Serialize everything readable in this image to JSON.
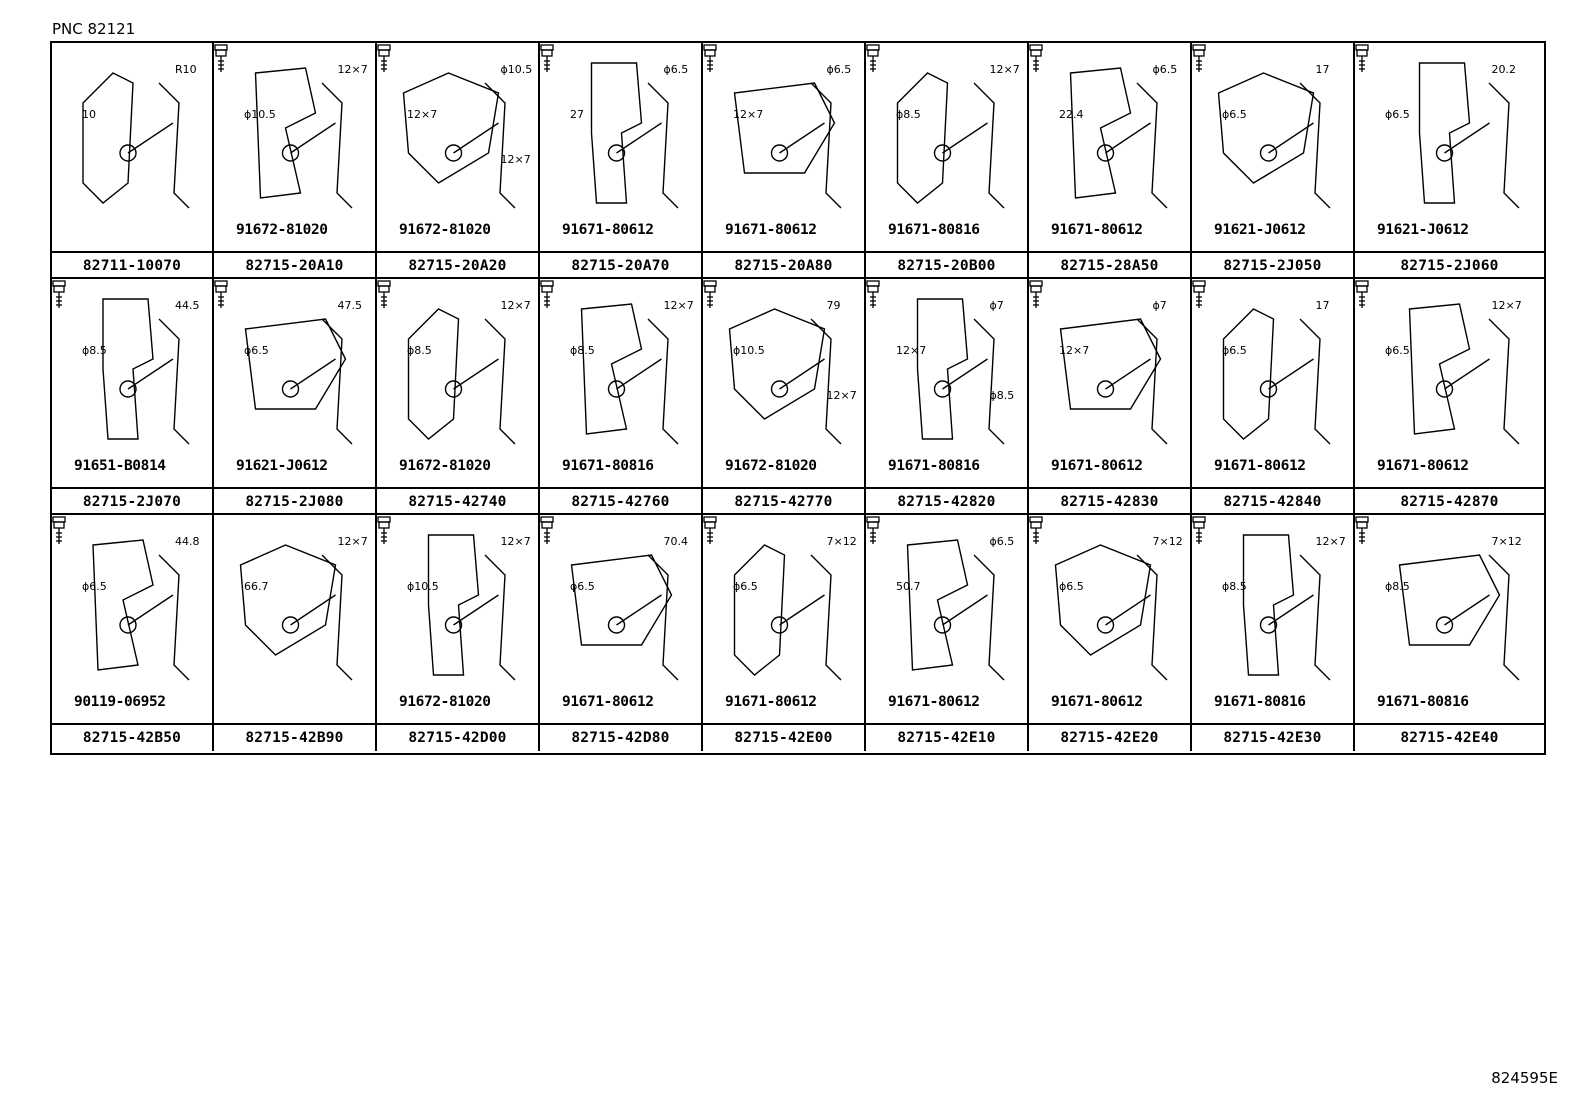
{
  "pnc_label": "PNC 82121",
  "reference_code": "824595E",
  "rows": [
    [
      {
        "part": "82711-10070",
        "bolt": "",
        "dims": [
          "R10",
          "10"
        ]
      },
      {
        "part": "82715-20A10",
        "bolt": "91672-81020",
        "dims": [
          "12×7",
          "ϕ10.5"
        ]
      },
      {
        "part": "82715-20A20",
        "bolt": "91672-81020",
        "dims": [
          "ϕ10.5",
          "12×7",
          "12×7"
        ]
      },
      {
        "part": "82715-20A70",
        "bolt": "91671-80612",
        "dims": [
          "ϕ6.5",
          "27"
        ]
      },
      {
        "part": "82715-20A80",
        "bolt": "91671-80612",
        "dims": [
          "ϕ6.5",
          "12×7"
        ]
      },
      {
        "part": "82715-20B00",
        "bolt": "91671-80816",
        "dims": [
          "12×7",
          "ϕ8.5"
        ]
      },
      {
        "part": "82715-28A50",
        "bolt": "91671-80612",
        "dims": [
          "ϕ6.5",
          "22.4"
        ]
      },
      {
        "part": "82715-2J050",
        "bolt": "91621-J0612",
        "dims": [
          "17",
          "ϕ6.5"
        ]
      },
      {
        "part": "82715-2J060",
        "bolt": "91621-J0612",
        "dims": [
          "20.2",
          "ϕ6.5"
        ]
      }
    ],
    [
      {
        "part": "82715-2J070",
        "bolt": "91651-B0814",
        "dims": [
          "44.5",
          "ϕ8.5"
        ]
      },
      {
        "part": "82715-2J080",
        "bolt": "91621-J0612",
        "dims": [
          "47.5",
          "ϕ6.5"
        ]
      },
      {
        "part": "82715-42740",
        "bolt": "91672-81020",
        "dims": [
          "12×7",
          "ϕ8.5"
        ]
      },
      {
        "part": "82715-42760",
        "bolt": "91671-80816",
        "dims": [
          "12×7",
          "ϕ8.5"
        ]
      },
      {
        "part": "82715-42770",
        "bolt": "91672-81020",
        "dims": [
          "79",
          "ϕ10.5",
          "12×7"
        ]
      },
      {
        "part": "82715-42820",
        "bolt": "91671-80816",
        "dims": [
          "ϕ7",
          "12×7",
          "ϕ8.5"
        ]
      },
      {
        "part": "82715-42830",
        "bolt": "91671-80612",
        "dims": [
          "ϕ7",
          "12×7"
        ]
      },
      {
        "part": "82715-42840",
        "bolt": "91671-80612",
        "dims": [
          "17",
          "ϕ6.5"
        ]
      },
      {
        "part": "82715-42870",
        "bolt": "91671-80612",
        "dims": [
          "12×7",
          "ϕ6.5"
        ]
      }
    ],
    [
      {
        "part": "82715-42B50",
        "bolt": "90119-06952",
        "dims": [
          "44.8",
          "ϕ6.5"
        ]
      },
      {
        "part": "82715-42B90",
        "bolt": "",
        "dims": [
          "12×7",
          "66.7"
        ]
      },
      {
        "part": "82715-42D00",
        "bolt": "91672-81020",
        "dims": [
          "12×7",
          "ϕ10.5"
        ]
      },
      {
        "part": "82715-42D80",
        "bolt": "91671-80612",
        "dims": [
          "70.4",
          "ϕ6.5"
        ]
      },
      {
        "part": "82715-42E00",
        "bolt": "91671-80612",
        "dims": [
          "7×12",
          "ϕ6.5"
        ]
      },
      {
        "part": "82715-42E10",
        "bolt": "91671-80612",
        "dims": [
          "ϕ6.5",
          "50.7"
        ]
      },
      {
        "part": "82715-42E20",
        "bolt": "91671-80612",
        "dims": [
          "7×12",
          "ϕ6.5"
        ]
      },
      {
        "part": "82715-42E30",
        "bolt": "91671-80816",
        "dims": [
          "12×7",
          "ϕ8.5"
        ]
      },
      {
        "part": "82715-42E40",
        "bolt": "91671-80816",
        "dims": [
          "7×12",
          "ϕ8.5"
        ]
      }
    ]
  ]
}
